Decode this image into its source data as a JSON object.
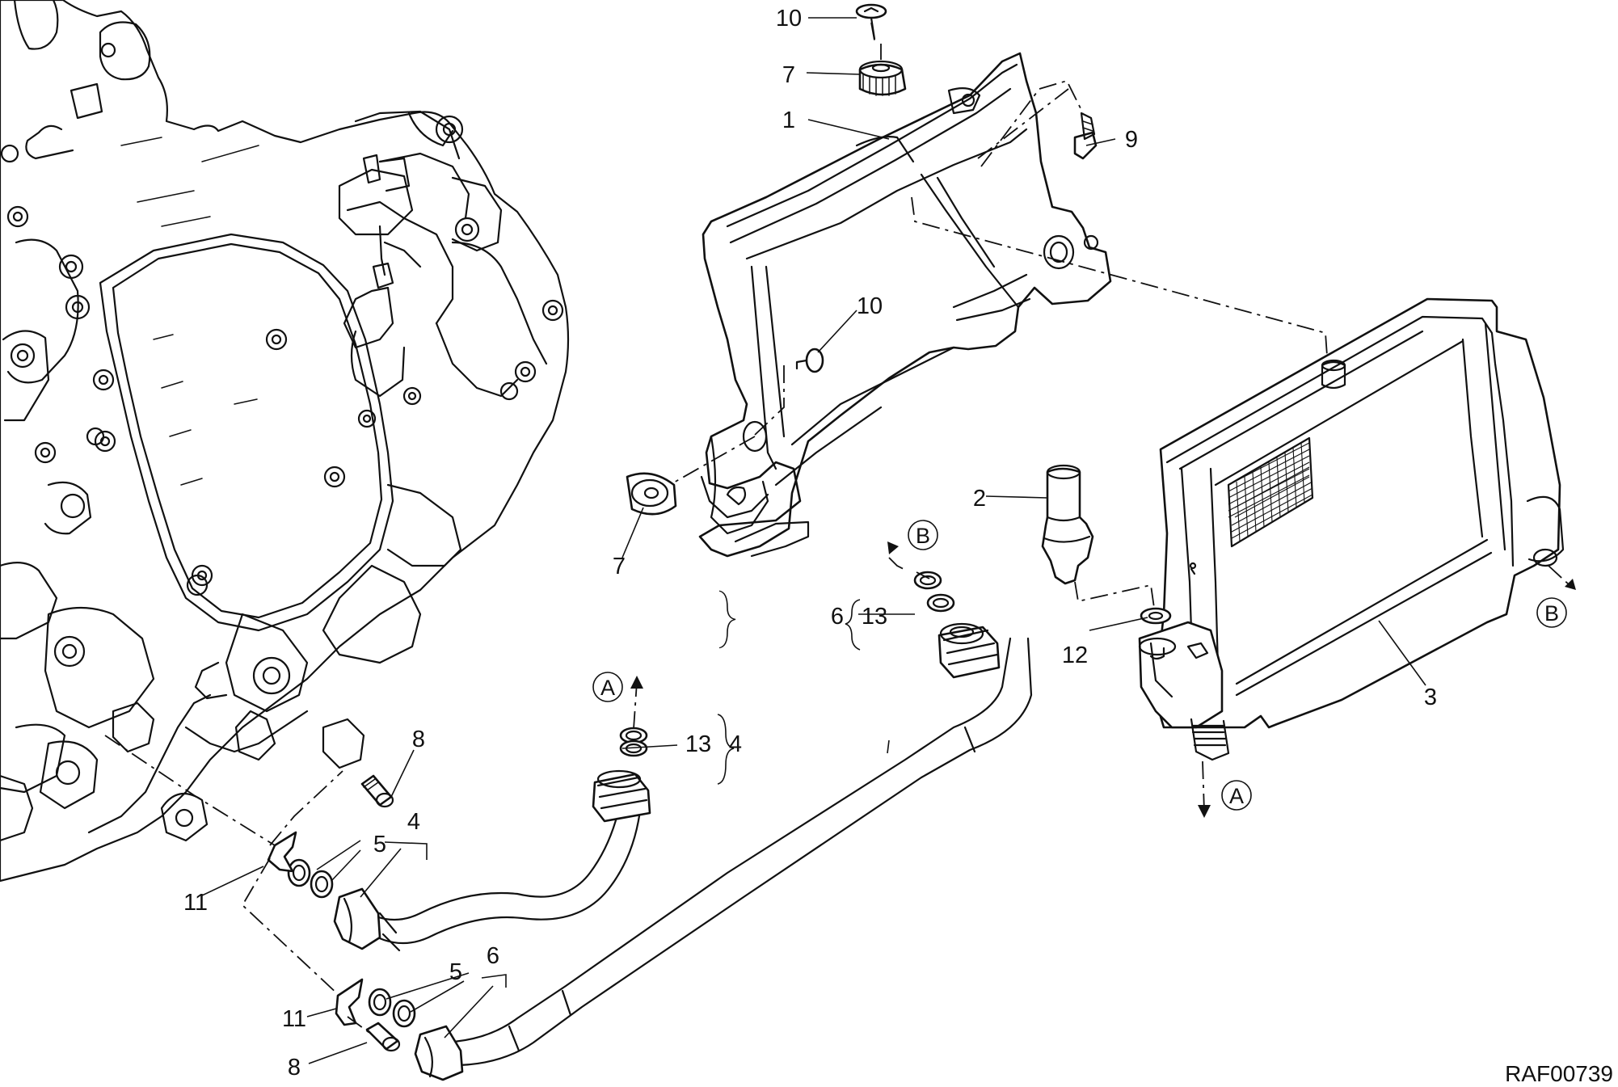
{
  "diagram": {
    "drawing_code": "RAF00739",
    "callouts": {
      "c1": "1",
      "c2": "2",
      "c3": "3",
      "c4": "4",
      "c4b": "4",
      "c5a": "5",
      "c5b": "5",
      "c6": "6",
      "c6b": "6",
      "c7a": "7",
      "c7b": "7",
      "c8a": "8",
      "c8b": "8",
      "c9": "9",
      "c10a": "10",
      "c10b": "10",
      "c11a": "11",
      "c11b": "11",
      "c12": "12",
      "c13a": "13",
      "c13b": "13"
    },
    "connection_markers": {
      "a1": "A",
      "a2": "A",
      "b1": "B",
      "b2": "B"
    }
  }
}
